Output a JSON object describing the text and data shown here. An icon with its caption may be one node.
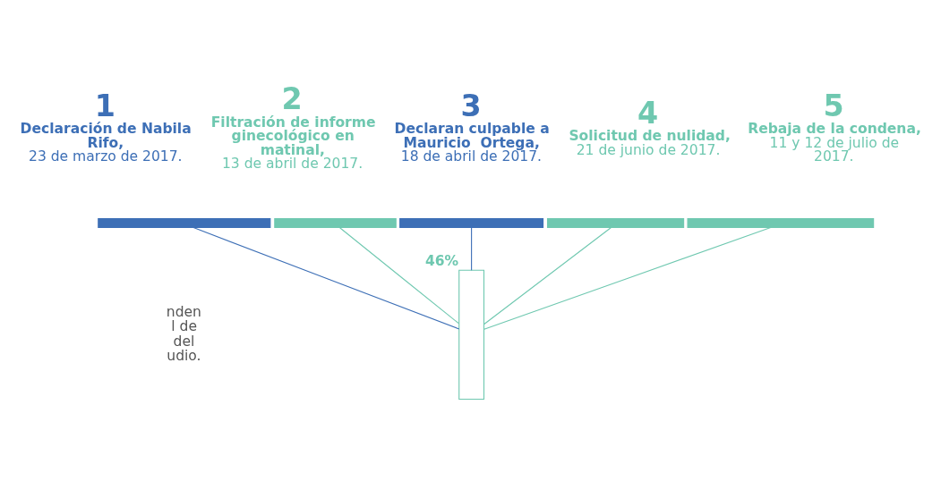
{
  "diagram": {
    "nodes": [
      {
        "text": [
          "1",
          "Declaración de Nabila Rifo,",
          "23 de marzo de 2017."
        ]
      },
      {
        "text": [
          "2",
          "Filtración de informe ginecológico en matinal,",
          "13 de abril de 2017."
        ]
      },
      {
        "text": [
          "3",
          "Declaran culpable a Mauricio  Ortega,",
          "18 de abril de 2017."
        ]
      },
      {
        "text": [
          "4",
          "Solicitud de nulidad,",
          "21 de junio de 2017."
        ]
      },
      {
        "text": [
          "5",
          "Rebaja de la condena,",
          "11 y 12 de julio de 2017."
        ]
      },
      {
        "text": [],
        "shape": "bar"
      },
      {
        "text": [],
        "shape": "bar"
      },
      {
        "text": [],
        "shape": "bar"
      },
      {
        "text": [],
        "shape": "bar"
      },
      {
        "text": [],
        "shape": "bar"
      },
      {
        "text": [],
        "shape": "bar",
        "beside": [
          "46%"
        ]
      }
    ],
    "edges": [
      {
        "from": 5,
        "to": 10,
        "arrow": "none",
        "color": "#3d6fb6"
      },
      {
        "from": 6,
        "to": 10,
        "arrow": "none"
      },
      {
        "from": 7,
        "to": 10,
        "arrow": "none",
        "color": "#3d6fb6"
      },
      {
        "from": 8,
        "to": 10,
        "arrow": "none"
      },
      {
        "from": 9,
        "to": 10,
        "arrow": "none"
      }
    ],
    "labels": [
      "nden l de del udio."
    ]
  }
}
